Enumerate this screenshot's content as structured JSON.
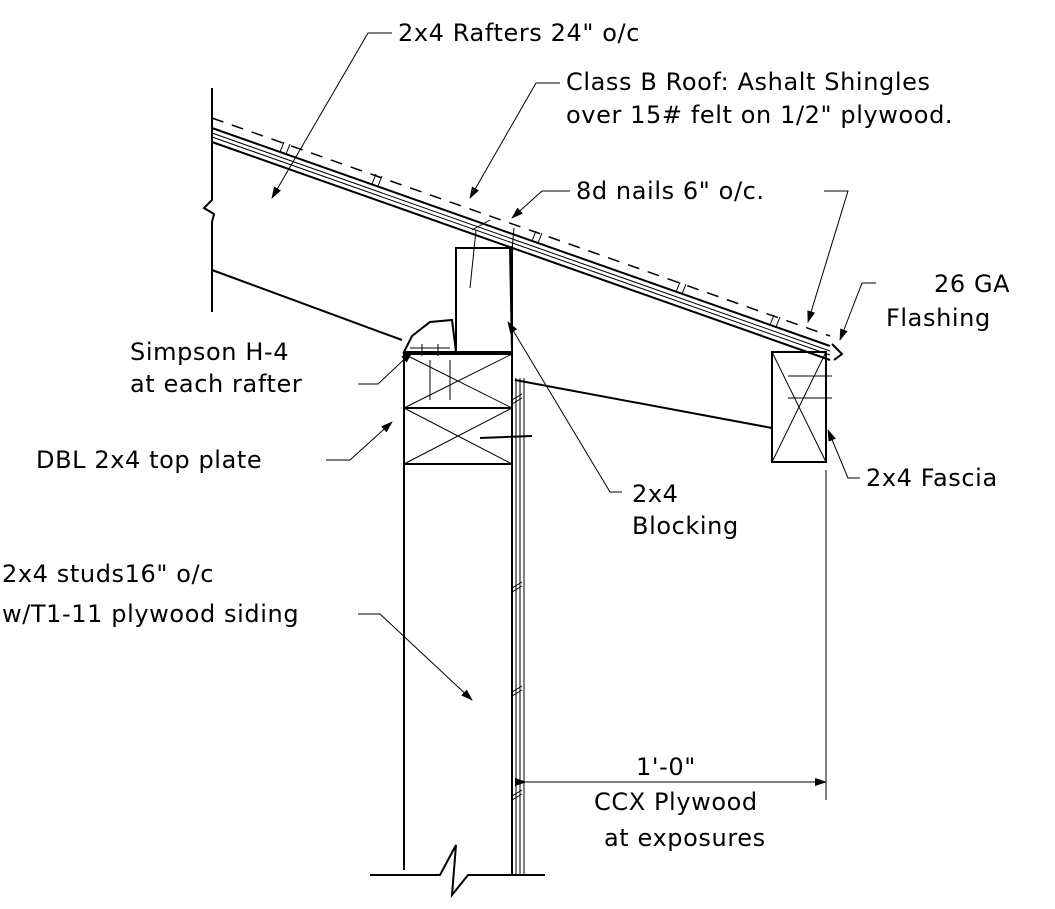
{
  "labels": {
    "rafters": "2x4 Rafters 24\" o/c",
    "roof_line1": "Class B Roof: Ashalt Shingles",
    "roof_line2": "over 15# felt on 1/2\" plywood.",
    "nails": "8d nails 6\" o/c.",
    "flashing_line1": "26 GA",
    "flashing_line2": "Flashing",
    "simpson_line1": "Simpson H-4",
    "simpson_line2": "at each rafter",
    "top_plate": "DBL 2x4 top plate",
    "fascia": "2x4 Fascia",
    "blocking_line1": "2x4",
    "blocking_line2": "Blocking",
    "studs_line1": "2x4 studs16\" o/c",
    "studs_line2": "w/T1-11 plywood siding",
    "overhang_dimension": "1'-0\"",
    "soffit_line1": "CCX Plywood",
    "soffit_line2": "at exposures"
  }
}
